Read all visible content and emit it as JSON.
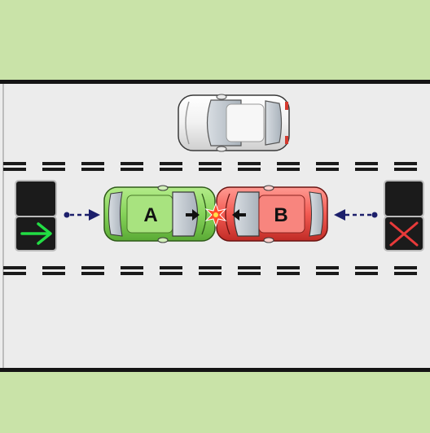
{
  "scene": {
    "colors": {
      "grass": "#c9e3a8",
      "road": "#ececec",
      "curb": "#141414",
      "lane_marking": "#1a1a1a",
      "car_a": "#86d35a",
      "car_b": "#f25a52",
      "car_top": "#f4f4f4",
      "signal_housing": "#1b1b1b",
      "green_arrow": "#22dd44",
      "red_cross": "#e83a3a",
      "motion_arrow": "#1c1f6b"
    },
    "cars": {
      "a": {
        "label": "A",
        "color_name": "green"
      },
      "b": {
        "label": "B",
        "color_name": "red"
      },
      "top": {
        "label": "",
        "color_name": "white"
      }
    },
    "signals": {
      "left": {
        "state": "green-arrow-right-icon"
      },
      "right": {
        "state": "red-cross-icon"
      }
    },
    "event": "collision-star-icon"
  }
}
